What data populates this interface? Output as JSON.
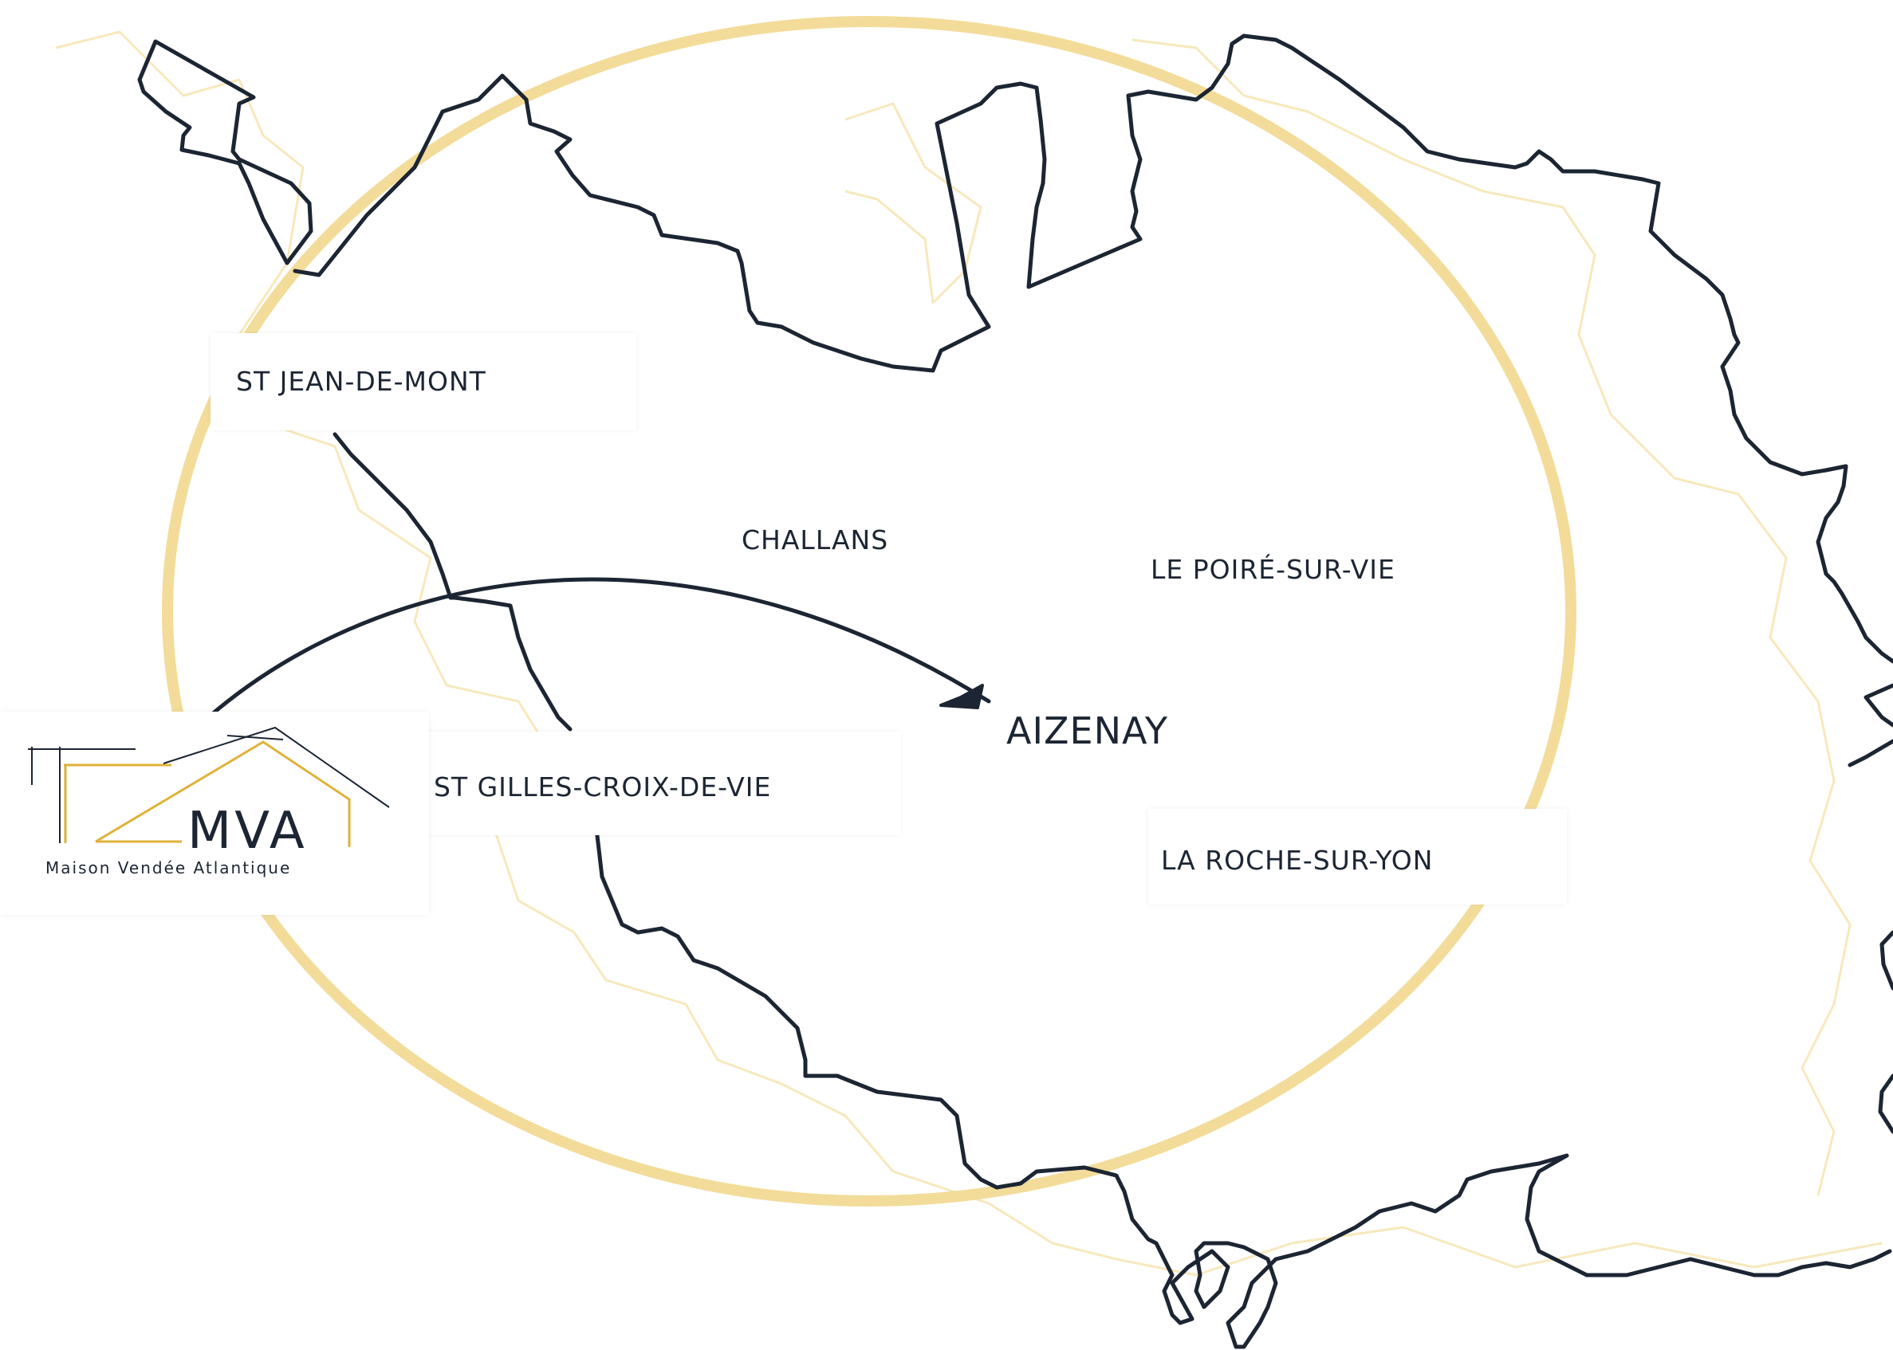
{
  "map": {
    "cities": [
      {
        "name": "ST JEAN-DE-MONT",
        "boxed": true
      },
      {
        "name": "CHALLANS",
        "boxed": false
      },
      {
        "name": "LE POIRÉ-SUR-VIE",
        "boxed": false
      },
      {
        "name": "AIZENAY",
        "boxed": false,
        "highlight": true
      },
      {
        "name": "ST GILLES-CROIX-DE-VIE",
        "boxed": true
      },
      {
        "name": "LA ROCHE-SUR-YON",
        "boxed": true
      }
    ],
    "colors": {
      "outline": "#1c2533",
      "accent_gold": "#f3dc9a",
      "logo_gold": "#e0b23a"
    }
  },
  "logo": {
    "wordmark": "MVA",
    "tagline": "Maison Vendée Atlantique"
  }
}
